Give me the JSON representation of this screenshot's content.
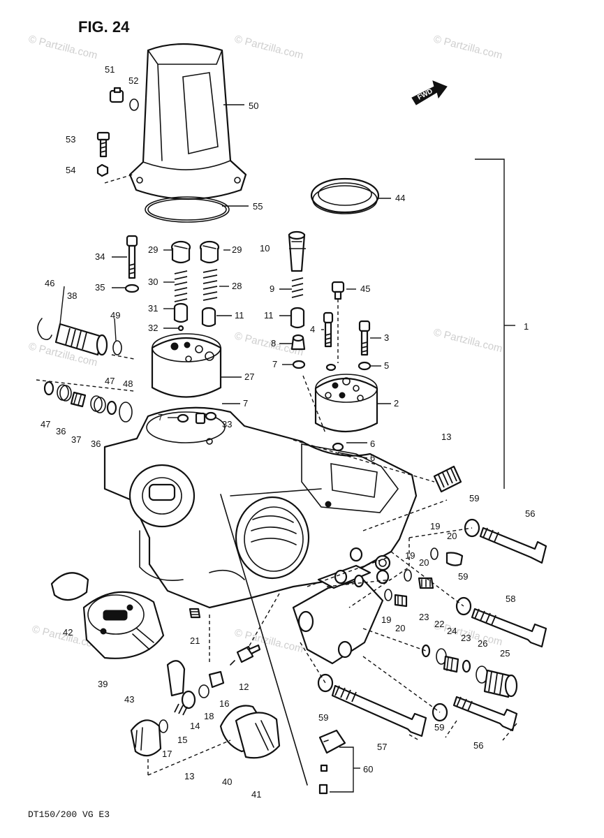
{
  "figure": {
    "title": "FIG. 24",
    "footer": "DT150/200  VG  E3",
    "watermark": "© Partzilla.com",
    "direction_marker": "FWD"
  },
  "callouts": {
    "c1": "1",
    "c2": "2",
    "c3": "3",
    "c4": "4",
    "c5": "5",
    "c6": "6",
    "c7": "7",
    "c8": "8",
    "c9": "9",
    "c10": "10",
    "c11": "11",
    "c12": "12",
    "c13": "13",
    "c14": "14",
    "c15": "15",
    "c16": "16",
    "c17": "17",
    "c18": "18",
    "c19": "19",
    "c20": "20",
    "c21": "21",
    "c22": "22",
    "c23": "23",
    "c24": "24",
    "c25": "25",
    "c26": "26",
    "c27": "27",
    "c28": "28",
    "c29": "29",
    "c30": "30",
    "c31": "31",
    "c32": "32",
    "c33": "33",
    "c34": "34",
    "c35": "35",
    "c36": "36",
    "c37": "37",
    "c38": "38",
    "c39": "39",
    "c40": "40",
    "c41": "41",
    "c42": "42",
    "c43": "43",
    "c44": "44",
    "c45": "45",
    "c46": "46",
    "c47": "47",
    "c48": "48",
    "c49": "49",
    "c50": "50",
    "c51": "51",
    "c52": "52",
    "c53": "53",
    "c54": "54",
    "c55": "55",
    "c56": "56",
    "c57": "57",
    "c58": "58",
    "c59": "59",
    "c60": "60"
  }
}
